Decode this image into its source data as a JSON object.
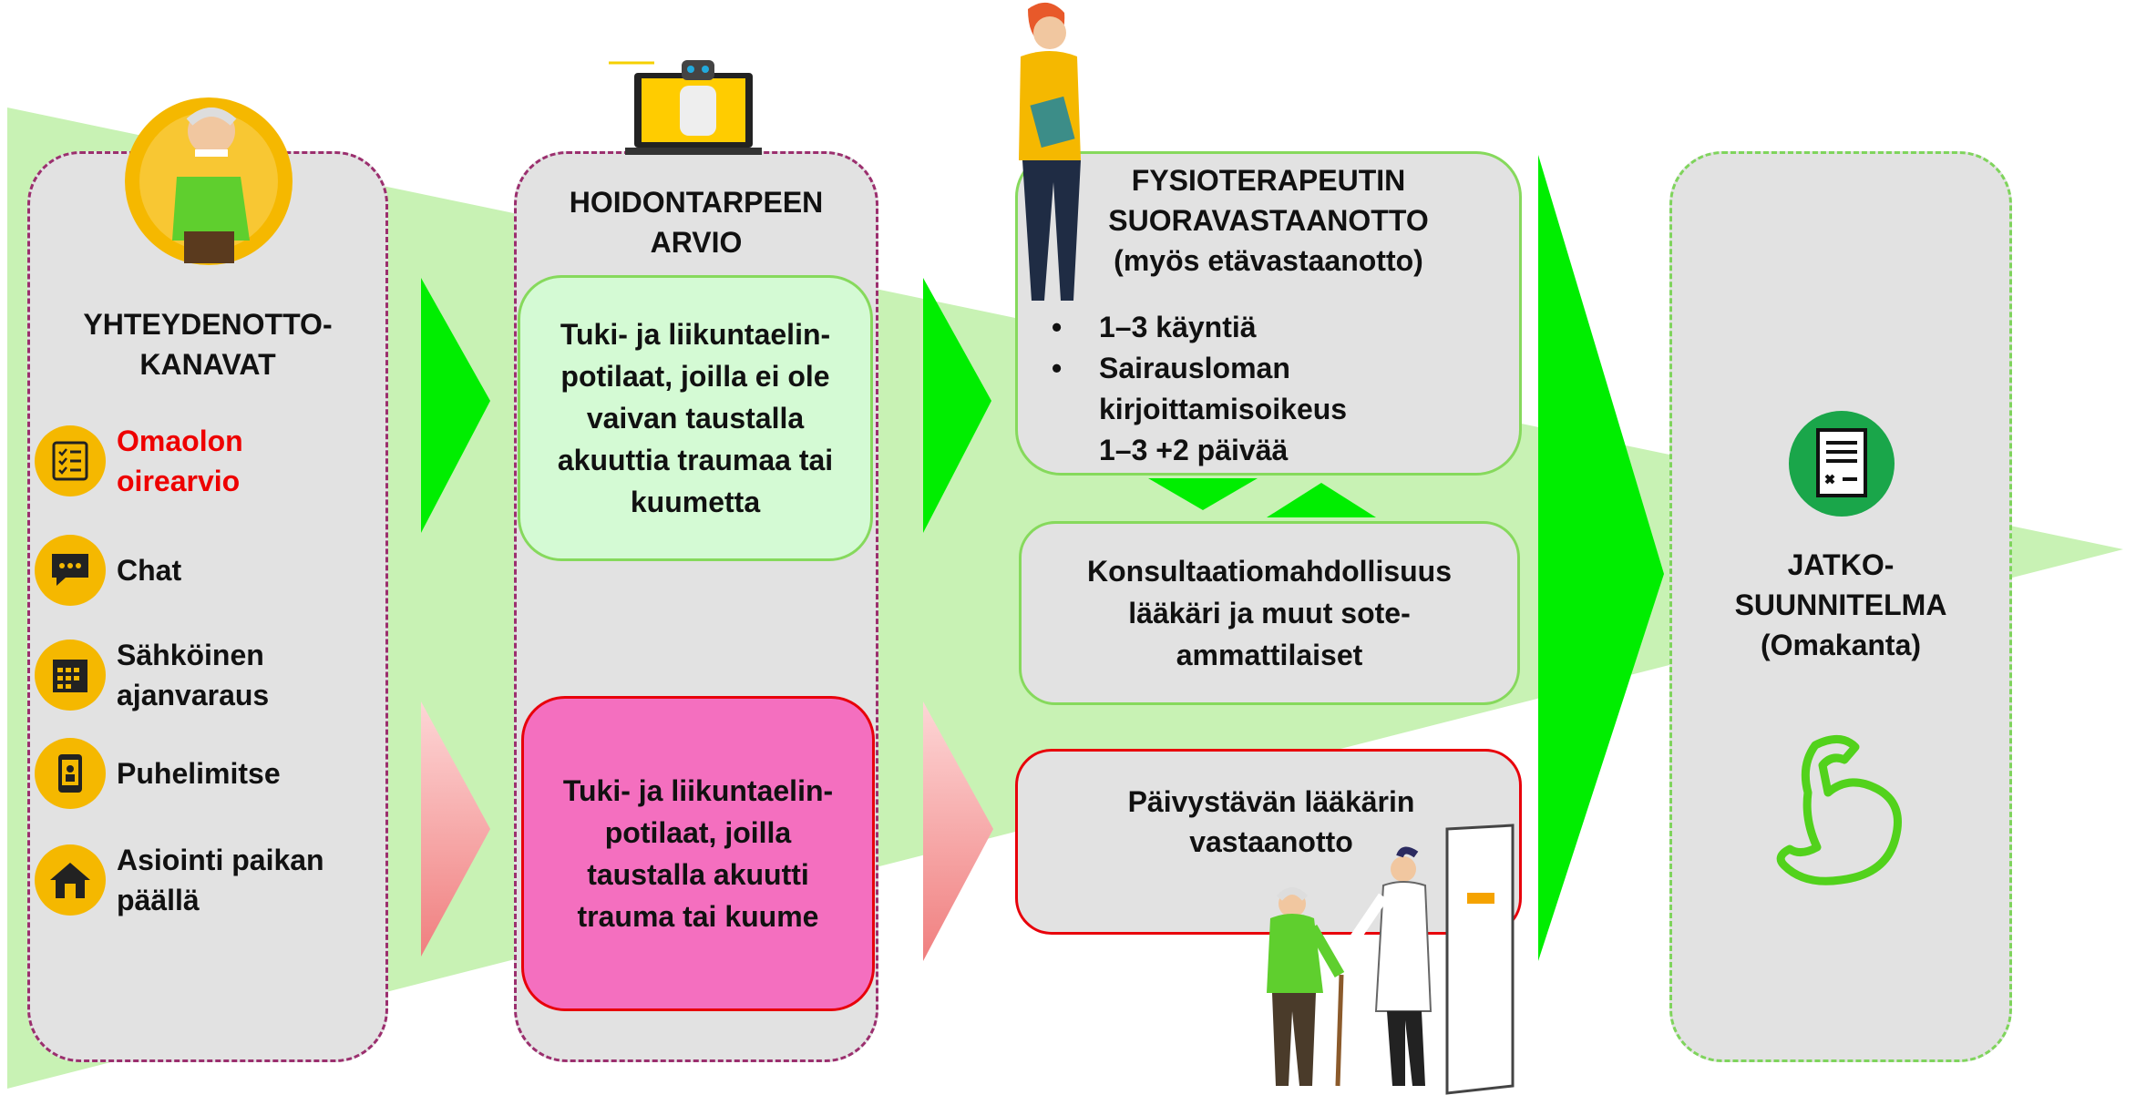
{
  "colors": {
    "accent_green": "#00ee00",
    "light_green_band": "#c8f2b4",
    "pink": "#f46fbf",
    "mint": "#d4fad4",
    "red_border": "#e8000a",
    "gray": "#e2e2e2",
    "icon_yellow": "#f5b800"
  },
  "col1": {
    "title_line1": "YHTEYDENOTTO-",
    "title_line2": "KANAVAT",
    "channels": [
      {
        "icon": "checklist-icon",
        "line1": "Omaolon",
        "line2": "oirearvio",
        "highlight": true
      },
      {
        "icon": "chat-icon",
        "line1": "Chat",
        "line2": "",
        "highlight": false
      },
      {
        "icon": "calendar-icon",
        "line1": "Sähköinen",
        "line2": "ajanvaraus",
        "highlight": false
      },
      {
        "icon": "phone-icon",
        "line1": "Puhelimitse",
        "line2": "",
        "highlight": false
      },
      {
        "icon": "house-icon",
        "line1": "Asiointi paikan",
        "line2": "päällä",
        "highlight": false
      }
    ]
  },
  "col2": {
    "title_line1": "HOIDONTARPEEN",
    "title_line2": "ARVIO",
    "box_green": [
      "Tuki- ja liikuntaelin-",
      "potilaat, joilla ei ole",
      "vaivan taustalla",
      "akuuttia traumaa tai",
      "kuumetta"
    ],
    "box_pink": [
      "Tuki- ja liikuntaelin-",
      "potilaat, joilla",
      "taustalla akuutti",
      "trauma tai kuume"
    ]
  },
  "col3": {
    "physio_title": [
      "FYSIOTERAPEUTIN",
      "SUORAVASTAANOTTO",
      "(myös etävastaanotto)"
    ],
    "bullet1": "1–3 käyntiä",
    "bullet2_line1": "Sairausloman",
    "bullet2_line2": "kirjoittamisoikeus",
    "bullet2_line3": "1–3 +2 päivää",
    "consult": [
      "Konsultaatiomahdollisuus",
      "lääkäri ja muut sote-",
      "ammattilaiset"
    ],
    "doctor": [
      "Päivystävän lääkärin",
      "vastaanotto"
    ]
  },
  "col4": {
    "title": [
      "JATKO-",
      "SUUNNITELMA",
      "(Omakanta)"
    ]
  }
}
